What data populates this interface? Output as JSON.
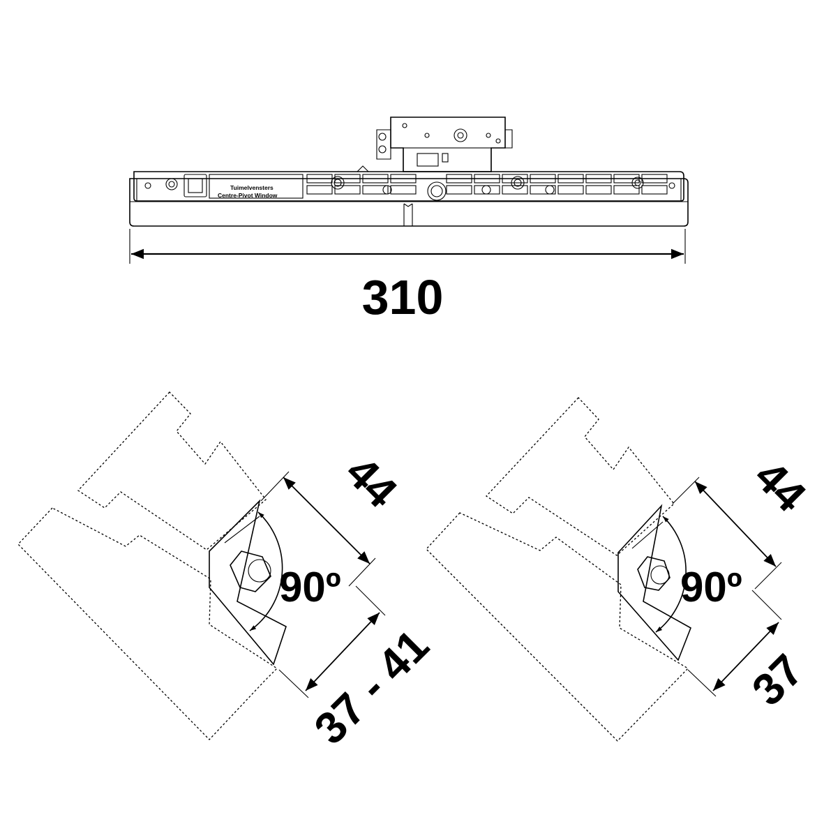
{
  "top_drawing": {
    "plate_label_line1": "Tuimelvensters",
    "plate_label_line2": "Centre-Pivot Window",
    "width_dimension": "310"
  },
  "section_left": {
    "depth_dimension": "44",
    "angle": "90º",
    "rebate_dimension": "37 - 41"
  },
  "section_right": {
    "depth_dimension": "44",
    "angle": "90º",
    "rebate_dimension": "37"
  }
}
